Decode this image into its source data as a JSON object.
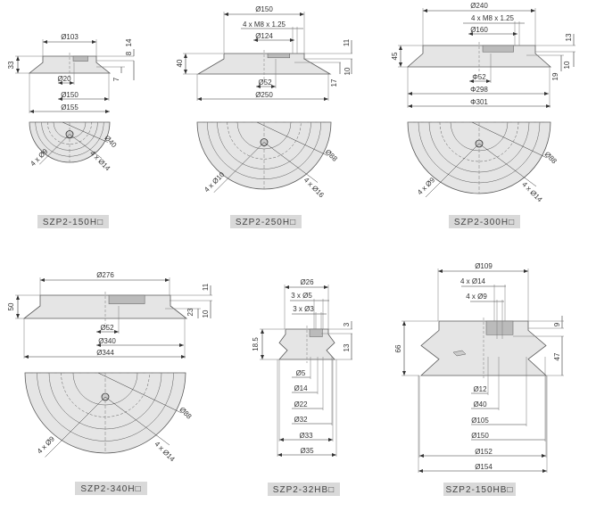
{
  "drawings": [
    {
      "model": "SZP2-150H□",
      "labels": [
        "Ø103",
        "33",
        "8",
        "14",
        "7",
        "Ø20",
        "Ø150",
        "Ø155",
        "Ø40",
        "4 x Ø9",
        "4 x Ø14"
      ]
    },
    {
      "model": "SZP2-250H□",
      "labels": [
        "Ø150",
        "4 x M8 x 1.25",
        "Ø124",
        "40",
        "11",
        "10",
        "17",
        "Ø52",
        "Ø250",
        "Ø88",
        "4 x Ø10",
        "4 x Ø16"
      ]
    },
    {
      "model": "SZP2-300H□",
      "labels": [
        "Ø240",
        "4 x M8 x 1.25",
        "Ø160",
        "45",
        "13",
        "10",
        "19",
        "Φ52",
        "Φ298",
        "Φ301",
        "Ø88",
        "4 x Ø9",
        "4 x Ø14"
      ]
    },
    {
      "model": "SZP2-340H□",
      "labels": [
        "Ø276",
        "50",
        "11",
        "23",
        "10",
        "Ø52",
        "Ø340",
        "Ø344",
        "Ø88",
        "4 x Ø9",
        "4 x Ø14"
      ]
    },
    {
      "model": "SZP2-32HB□",
      "labels": [
        "Ø26",
        "3 x Ø5",
        "3 x Ø3",
        "18.5",
        "3",
        "13",
        "Ø5",
        "Ø14",
        "Ø22",
        "Ø32",
        "Ø33",
        "Ø35"
      ]
    },
    {
      "model": "SZP2-150HB□",
      "labels": [
        "Ø109",
        "4 x Ø14",
        "4 x Ø9",
        "66",
        "9",
        "47",
        "Ø12",
        "Ø40",
        "Ø105",
        "Ø150",
        "Ø152",
        "Ø154"
      ]
    }
  ],
  "colors": {
    "fill": "#e5e5e5",
    "line": "#5a5a5a",
    "label_bg": "#d9d9d9"
  }
}
